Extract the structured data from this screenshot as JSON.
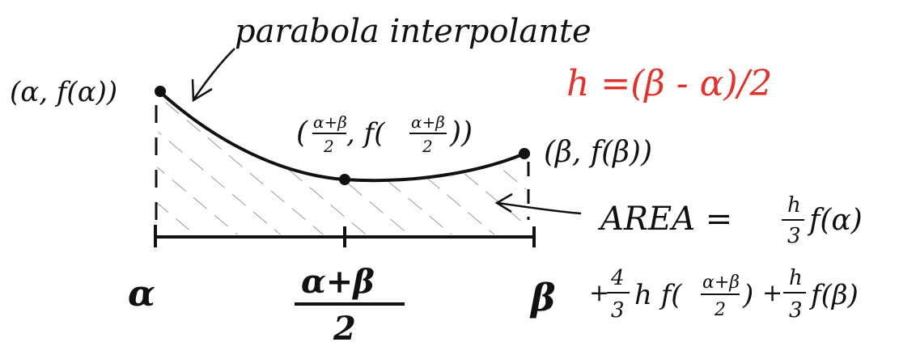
{
  "curve_label": "parabola interpolante",
  "step": "h =(β - α)/2",
  "points": {
    "left": "(α, f(α))",
    "middle_prefix": "(",
    "middle_frac_num": "α+β",
    "middle_frac_den": "2",
    "middle_mid": ", f(",
    "middle_frac2_num": "α+β",
    "middle_frac2_den": "2",
    "middle_suffix": "))",
    "right": "(β, f(β))"
  },
  "axis": {
    "left": "α",
    "mid_num": "α+β",
    "mid_den": "2",
    "right": "β"
  },
  "area": {
    "label": "AREA =",
    "t1_num": "h",
    "t1_den": "3",
    "t1_f": "f(α)",
    "plus1": "+",
    "t2_num": "4",
    "t2_den": "3",
    "t2_f": "h f(",
    "t2_inner_num": "α+β",
    "t2_inner_den": "2",
    "t2_close": ")",
    "plus2": "+",
    "t3_num": "h",
    "t3_den": "3",
    "t3_f": "f(β)"
  },
  "colors": {
    "ink": "#111111",
    "accent": "#e0332c",
    "hatch": "#9a9a9a"
  }
}
